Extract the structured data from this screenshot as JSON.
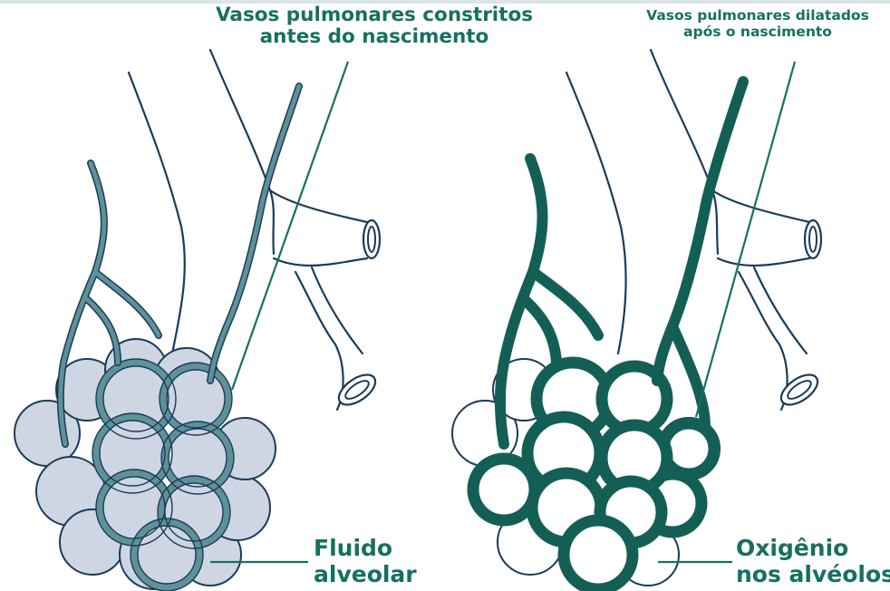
{
  "labels": {
    "constricted_line1": "Vasos pulmonares constritos",
    "constricted_line2": "antes do nascimento",
    "dilated_line1": "Vasos pulmonares dilatados",
    "dilated_line2": "após o nascimento",
    "fluid_line1": "Fluido",
    "fluid_line2": "alveolar",
    "oxygen_line1": "Oxigênio",
    "oxygen_line2": "nos alvéolos"
  },
  "colors": {
    "label_text": "#17705f",
    "constricted_vessel": "#5f9198",
    "dilated_vessel": "#145f55",
    "fluid_fill": "#cfd6e3",
    "outline": "#1a3c58",
    "air_fill": "#ffffff"
  }
}
